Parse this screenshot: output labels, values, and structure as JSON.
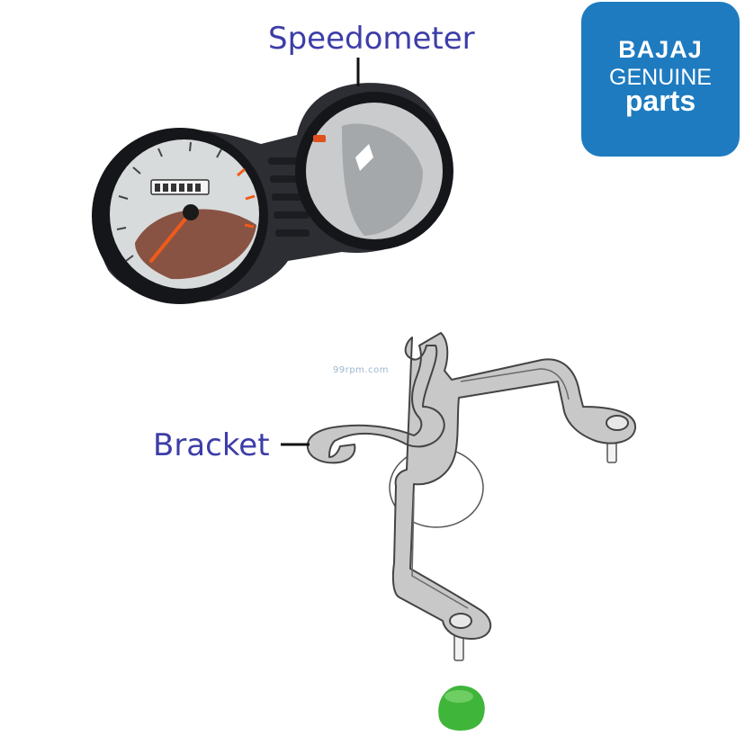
{
  "labels": {
    "speedometer": "Speedometer",
    "bracket": "Bracket"
  },
  "logo": {
    "brand": "BAJAJ",
    "line2": "GENUINE",
    "line3": "parts",
    "background_color": "#1e7bc0"
  },
  "watermark": "99rpm.com",
  "colors": {
    "label_text": "#3d3da8",
    "bracket_fill": "#c8c8c8",
    "cap_green": "#3fb53a",
    "needle_orange": "#f05a1a"
  }
}
